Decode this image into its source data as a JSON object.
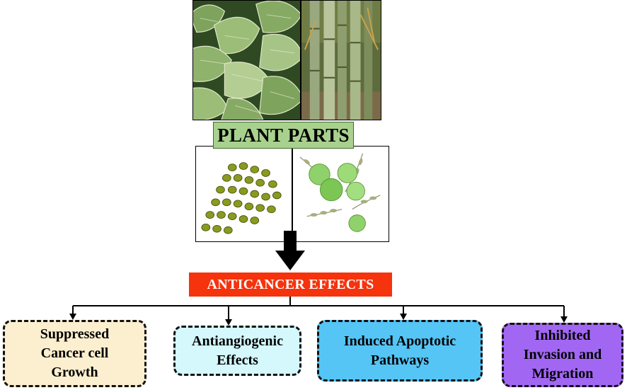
{
  "plant_parts_label": "PLANT PARTS",
  "anticancer_label": "ANTICANCER EFFECTS",
  "effects": {
    "growth_line1": "Suppressed",
    "growth_line2": "Cancer cell",
    "growth_line3": "Growth",
    "angio_line1": "Antiangiogenic",
    "angio_line2": "Effects",
    "apop_line1": "Induced Apoptotic",
    "apop_line2": "Pathways",
    "inv_line1": "Inhibited",
    "inv_line2": "Invasion and",
    "inv_line3": "Migration"
  },
  "colors": {
    "plant_parts_bg": "#a9d18e",
    "anticancer_bg": "#f5330c",
    "growth_bg": "#fcefcf",
    "angio_bg": "#d4f8fc",
    "apop_bg": "#55c5f6",
    "inv_bg": "#a167f2"
  }
}
